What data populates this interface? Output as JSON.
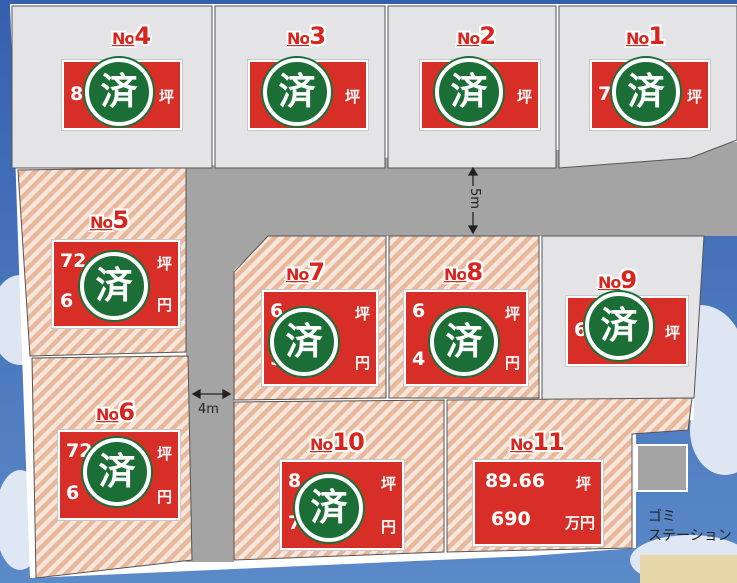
{
  "lots": [
    {
      "id": "lot-4",
      "number_prefix": "No",
      "number": "4",
      "area": "8",
      "area_unit": "坪",
      "price": "",
      "price_unit": "",
      "sold": true
    },
    {
      "id": "lot-3",
      "number_prefix": "No",
      "number": "3",
      "area": "",
      "area_unit": "坪",
      "price": "",
      "price_unit": "",
      "sold": true
    },
    {
      "id": "lot-2",
      "number_prefix": "No",
      "number": "2",
      "area": "",
      "area_unit": "坪",
      "price": "",
      "price_unit": "",
      "sold": true
    },
    {
      "id": "lot-1",
      "number_prefix": "No",
      "number": "1",
      "area": "7",
      "area_unit": "坪",
      "price": "",
      "price_unit": "",
      "sold": true
    },
    {
      "id": "lot-5",
      "number_prefix": "No",
      "number": "5",
      "area": "72",
      "area_unit": "坪",
      "price": "6",
      "price_unit": "円",
      "sold": true
    },
    {
      "id": "lot-7",
      "number_prefix": "No",
      "number": "7",
      "area": "6",
      "area_unit": "坪",
      "price": "5",
      "price_unit": "円",
      "sold": true
    },
    {
      "id": "lot-8",
      "number_prefix": "No",
      "number": "8",
      "area": "6",
      "area_unit": "坪",
      "price": "4",
      "price_unit": "円",
      "sold": true
    },
    {
      "id": "lot-9",
      "number_prefix": "No",
      "number": "9",
      "area": "6",
      "area_unit": "坪",
      "price": "",
      "price_unit": "",
      "sold": true
    },
    {
      "id": "lot-6",
      "number_prefix": "No",
      "number": "6",
      "area": "72",
      "area_unit": "坪",
      "price": "6",
      "price_unit": "円",
      "sold": true
    },
    {
      "id": "lot-10",
      "number_prefix": "No",
      "number": "10",
      "area": "8",
      "area_unit": "坪",
      "price": "7",
      "price_unit": "円",
      "sold": true
    },
    {
      "id": "lot-11",
      "number_prefix": "No",
      "number": "11",
      "area": "89.66",
      "area_unit": "坪",
      "price": "690",
      "price_unit": "万円",
      "sold": false
    }
  ],
  "sold_mark": "済",
  "road_widths": {
    "main": "5m",
    "side": "4m"
  },
  "garbage_station": {
    "line1": "ゴミ",
    "line2": "ステーション"
  },
  "colors": {
    "sold_green": "#1c6e37",
    "price_red": "#d72f27",
    "label_red": "#d8261f",
    "road_gray": "#a4a4a4",
    "lot_gray": "#e4e4e6",
    "stripe_orange": "#e9b79a"
  }
}
